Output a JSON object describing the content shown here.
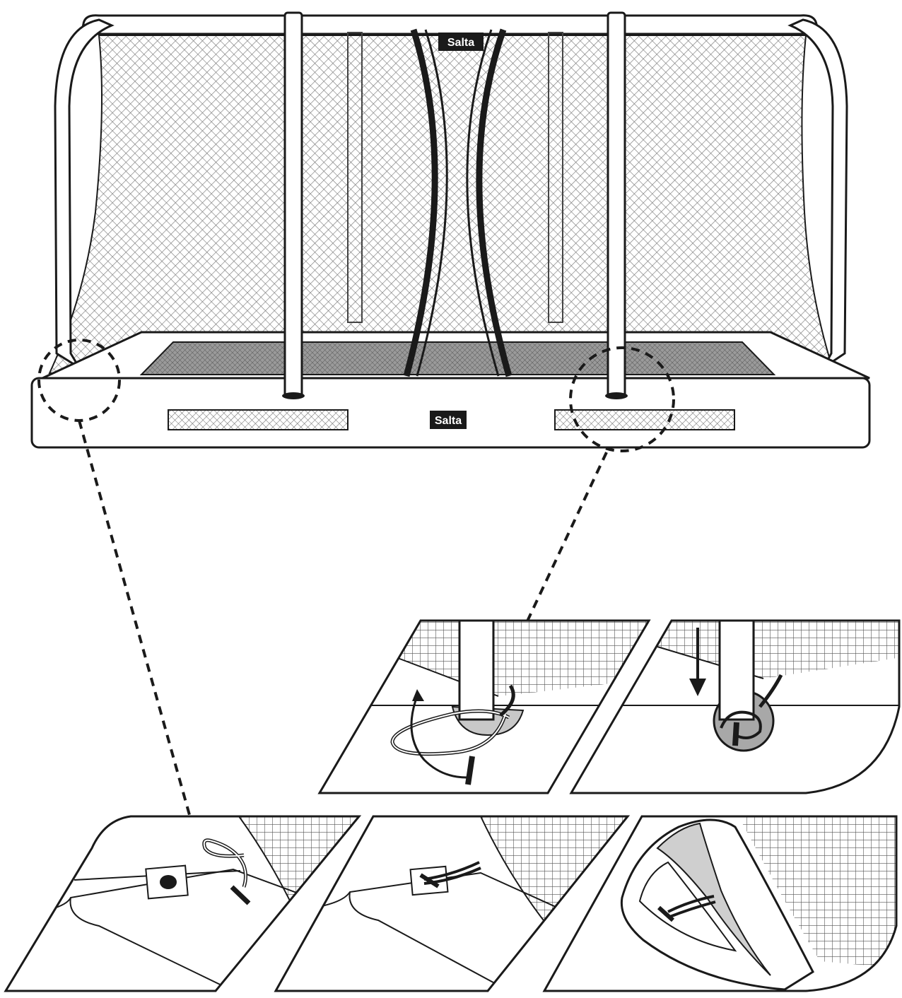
{
  "brand": {
    "net_logo": "Salta",
    "frame_logo": "Salta"
  },
  "colors": {
    "ink": "#1a1a1a",
    "mesh": "#8a8a8a",
    "shade": "#cfcfcf",
    "pad": "#ffffff"
  },
  "panels": [
    {
      "id": "step-1",
      "shows": "elastic-loop-near-ring-tab"
    },
    {
      "id": "step-2",
      "shows": "loop-hooked-on-tab"
    },
    {
      "id": "step-3",
      "shows": "pad-edge-folded-over-loop"
    },
    {
      "id": "step-4",
      "shows": "loop-wrapped-around-pole-base"
    },
    {
      "id": "step-5",
      "shows": "pole-pushed-down-into-sleeve"
    }
  ]
}
